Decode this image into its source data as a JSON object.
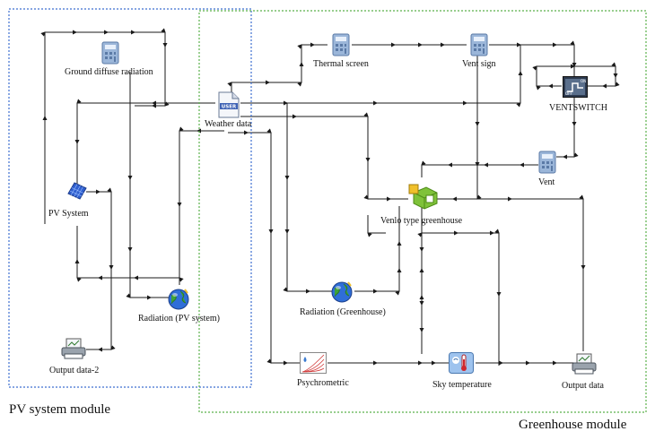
{
  "diagram": {
    "modules": {
      "pv": "PV system module",
      "greenhouse": "Greenhouse module"
    },
    "components": {
      "ground_diffuse": "Ground diffuse radiation",
      "thermal_screen": "Thermal screen",
      "vent_sign": "Vent sign",
      "ventswitch": "VENTSWITCH",
      "weather": "Weather data",
      "weather_badge": "USER",
      "vent": "Vent",
      "pv_system": "PV System",
      "venlo": "Venlo type greenhouse",
      "rad_pv": "Radiation (PV system)",
      "rad_gh": "Radiation (Greenhouse)",
      "output2": "Output data-2",
      "psychrometric": "Psychrometric",
      "sky": "Sky temperature",
      "output": "Output data",
      "switch_on": "ON",
      "switch_off": "OFF"
    },
    "colors": {
      "pv_border": "#3d6fd0",
      "greenhouse_border": "#5bb04b",
      "wire": "#1a1a1a"
    }
  }
}
